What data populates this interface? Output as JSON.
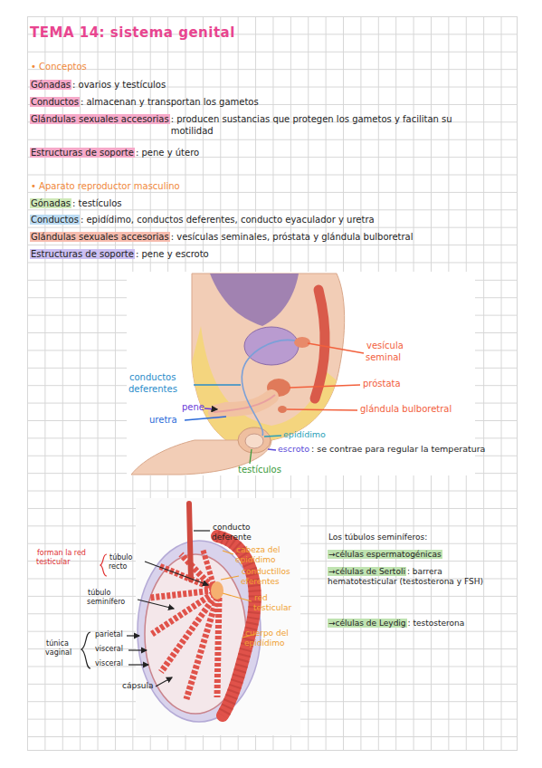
{
  "diagram": {
    "title": "TEMA 14: sistema genital",
    "labels": [
      "• Conceptos",
      "Gónadas",
      ": ovarios y testículos",
      "Conductos",
      ": almacenan y transportan los gametos",
      "Glándulas sexuales accesorias",
      ": producen sustancias que protegen los gametos y facilitan su motilidad",
      "Estructuras de soporte",
      ": pene y útero",
      "• Aparato reproductor masculino",
      "Gónadas",
      ": testículos",
      "Conductos",
      ": epidídimo, conductos deferentes, conducto eyaculador y uretra",
      "Glándulas sexuales accesorias",
      ": vesículas seminales, próstata y glándula bulboretral",
      "Estructuras de soporte",
      ": pene y escroto",
      "vesícula seminal",
      "próstata",
      "glándula bulboretral",
      "conductos deferentes",
      "pene",
      "uretra",
      "epidídimo",
      "escroto",
      ": se contrae para regular la temperatura",
      "testículos",
      "conducto deferente",
      "cabeza del epidídimo",
      "conductillos eferentes",
      "red testicular",
      "cuerpo del epidídimo",
      "forman la red testicular",
      "túbulo recto",
      "túbulo seminífero",
      "parietal",
      "visceral",
      "visceral",
      "túnica vaginal",
      "cápsula",
      "Los túbulos seminíferos:",
      "→células espermatogénicas",
      "→células de Sertoli",
      ": barrera hematotesticular (testosterona y FSH)",
      "→células de Leydig",
      ": testosterona"
    ]
  }
}
